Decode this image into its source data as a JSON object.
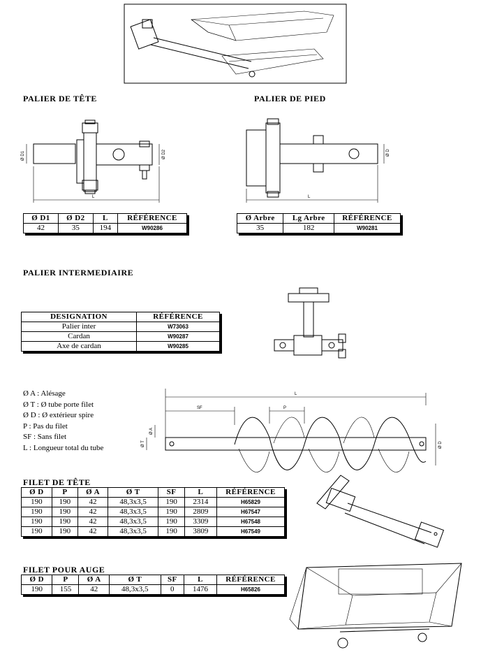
{
  "sections": {
    "palier_tete": "PALIER DE TÊTE",
    "palier_pied": "PALIER DE PIED",
    "palier_inter": "PALIER INTERMEDIAIRE",
    "filet_tete": "FILET DE TÊTE",
    "filet_auge": "FILET POUR AUGE"
  },
  "table_tete": {
    "headers": [
      "Ø D1",
      "Ø D2",
      "L",
      "RÉFÉRENCE"
    ],
    "rows": [
      [
        "42",
        "35",
        "194",
        "W90286"
      ]
    ]
  },
  "table_pied": {
    "headers": [
      "Ø Arbre",
      "Lg Arbre",
      "RÉFÉRENCE"
    ],
    "rows": [
      [
        "35",
        "182",
        "W90281"
      ]
    ]
  },
  "table_inter": {
    "headers": [
      "DESIGNATION",
      "RÉFÉRENCE"
    ],
    "rows": [
      [
        "Palier inter",
        "W73063"
      ],
      [
        "Cardan",
        "W90287"
      ],
      [
        "Axe de cardan",
        "W90285"
      ]
    ]
  },
  "legend": [
    "Ø A : Alésage",
    "Ø T : Ø tube porte filet",
    "Ø D : Ø extérieur spire",
    "P : Pas du filet",
    "SF : Sans filet",
    "L : Longueur total du tube"
  ],
  "table_filet_tete": {
    "headers": [
      "Ø D",
      "P",
      "Ø A",
      "Ø T",
      "SF",
      "L",
      "RÉFÉRENCE"
    ],
    "rows": [
      [
        "190",
        "190",
        "42",
        "48,3x3,5",
        "190",
        "2314",
        "H65829"
      ],
      [
        "190",
        "190",
        "42",
        "48,3x3,5",
        "190",
        "2809",
        "H67547"
      ],
      [
        "190",
        "190",
        "42",
        "48,3x3,5",
        "190",
        "3309",
        "H67548"
      ],
      [
        "190",
        "190",
        "42",
        "48,3x3,5",
        "190",
        "3809",
        "H67549"
      ]
    ]
  },
  "table_filet_auge": {
    "headers": [
      "Ø D",
      "P",
      "Ø A",
      "Ø T",
      "SF",
      "L",
      "RÉFÉRENCE"
    ],
    "rows": [
      [
        "190",
        "155",
        "42",
        "48,3x3,5",
        "0",
        "1476",
        "H65826"
      ]
    ]
  },
  "drawing_labels": {
    "tete_d1": "Ø D1",
    "tete_d2": "Ø D2",
    "tete_l": "L",
    "pied_d": "Ø D",
    "pied_l": "L",
    "screw_l": "L",
    "screw_sf": "SF",
    "screw_p": "P",
    "screw_a": "Ø A",
    "screw_t": "Ø T",
    "screw_d": "Ø D"
  }
}
